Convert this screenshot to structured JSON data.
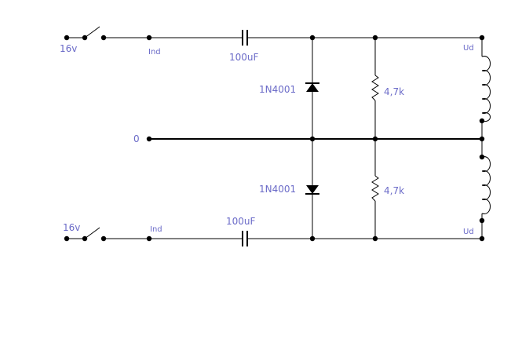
{
  "labels": {
    "source_top": "16v",
    "source_bottom": "16v",
    "ind_top": "Ind",
    "ind_bottom": "Ind",
    "cap_top": "100uF",
    "cap_bottom": "100uF",
    "diode_top": "1N4001",
    "diode_bottom": "1N4001",
    "res_top": "4,7k",
    "res_bottom": "4,7k",
    "ground": "0",
    "ud_top": "Ud",
    "ud_bottom": "Ud"
  },
  "colors": {
    "wire": "#000000",
    "label": "#6b6bc8",
    "background": "#ffffff"
  }
}
